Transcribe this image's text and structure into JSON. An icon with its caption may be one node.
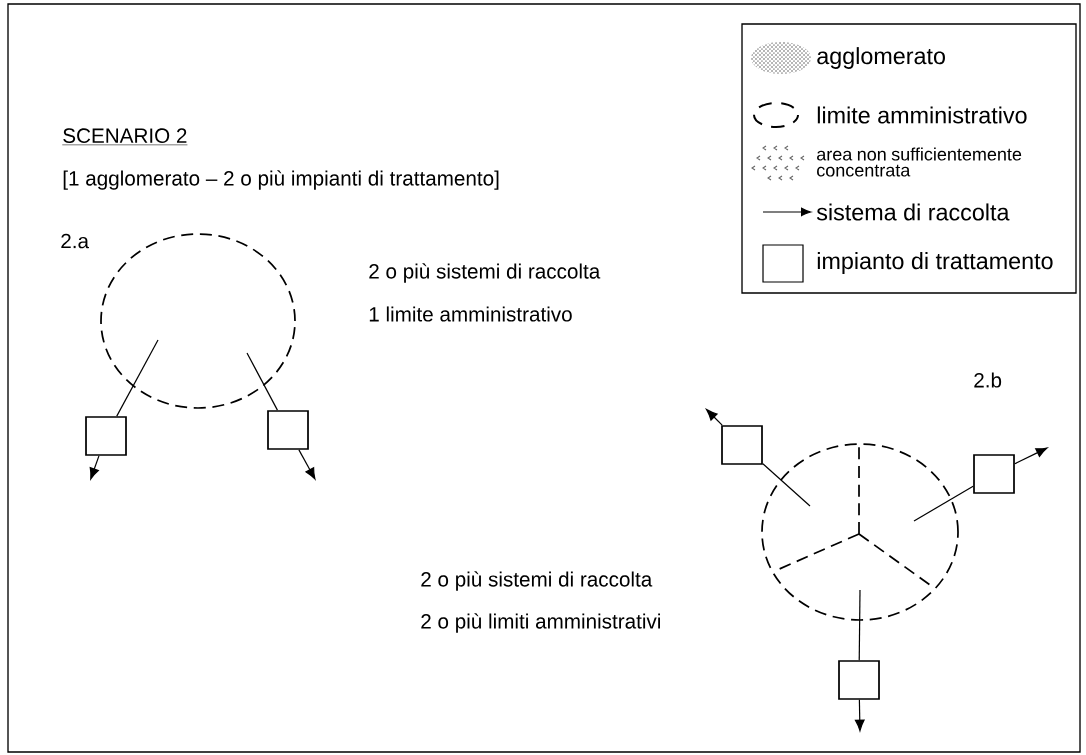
{
  "diagram": {
    "title": "SCENARIO 2",
    "nodes": [
      {
        "text": [],
        "shape": "ellipse"
      },
      {
        "text": [],
        "shape": "box"
      },
      {
        "text": [],
        "shape": "box"
      },
      {
        "text": [],
        "shape": "ellipse"
      },
      {
        "text": [],
        "shape": "box"
      },
      {
        "text": [],
        "shape": "box"
      },
      {
        "text": [],
        "shape": "box"
      }
    ],
    "edges": [
      {
        "from": 0,
        "to": 1,
        "arrow": "none"
      },
      {
        "from": 1,
        "to": null,
        "arrow": "to"
      },
      {
        "from": 0,
        "to": 2,
        "arrow": "none"
      },
      {
        "from": 2,
        "to": null,
        "arrow": "to"
      },
      {
        "from": 3,
        "to": 4,
        "arrow": "none"
      },
      {
        "from": 4,
        "to": null,
        "arrow": "to"
      },
      {
        "from": 3,
        "to": 5,
        "arrow": "none"
      },
      {
        "from": 5,
        "to": null,
        "arrow": "to"
      },
      {
        "from": 3,
        "to": 6,
        "arrow": "none"
      },
      {
        "from": 6,
        "to": null,
        "arrow": "to"
      }
    ],
    "labels": [
      "[1 agglomerato – 2 o più impianti di trattamento]",
      "2.a",
      "2 o più sistemi di raccolta",
      "1 limite amministrativo",
      "2.b",
      "2 o più sistemi di raccolta",
      "2 o più limiti amministrativi"
    ],
    "legend": [
      {
        "text": "agglomerato"
      },
      {
        "text": "limite amministrativo"
      },
      {
        "text": "area non sufficientemente concentrata"
      },
      {
        "text": "sistema di raccolta"
      },
      {
        "text": "impianto di trattamento"
      }
    ]
  }
}
